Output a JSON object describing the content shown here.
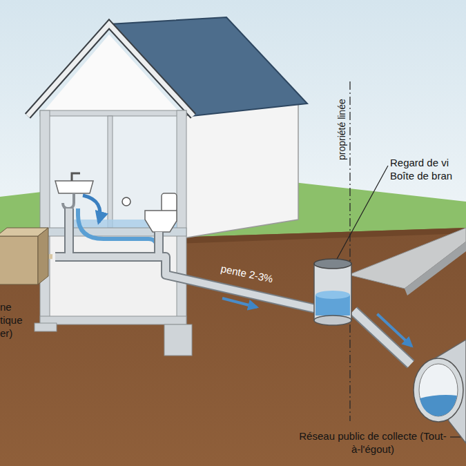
{
  "diagram": {
    "nodes": [
      {
        "text": [
          "ne tique er)"
        ]
      },
      {
        "text": [
          "Regard de vi Boîte de bran"
        ]
      },
      {
        "text": [
          "Réseau public de collecte (Tout-à-l'égout)"
        ]
      }
    ],
    "edges": [
      {
        "from": 1,
        "to": 2,
        "arrow": "to"
      }
    ],
    "labels": [
      "propriété linée",
      "pente 2-3%"
    ]
  }
}
